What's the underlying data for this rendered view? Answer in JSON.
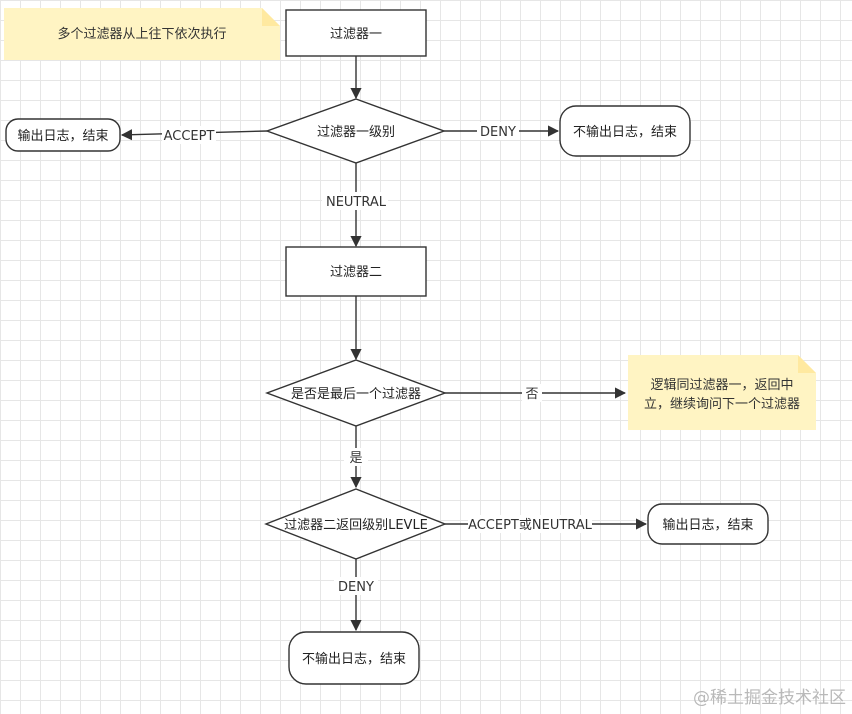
{
  "note_top": "多个过滤器从上往下依次执行",
  "note_right": [
    "逻辑同过滤器一，返回中",
    "立，继续询问下一个过滤器"
  ],
  "nodes": {
    "filter1": "过滤器一",
    "filter1_level": "过滤器一级别",
    "output_log_left": "输出日志，结束",
    "no_output_right": "不输出日志，结束",
    "filter2": "过滤器二",
    "is_last": "是否是最后一个过滤器",
    "filter2_level": "过滤器二返回级别LEVLE",
    "output_log_right": "输出日志，结束",
    "no_output_bottom": "不输出日志，结束"
  },
  "edges": {
    "accept": "ACCEPT",
    "deny": "DENY",
    "neutral": "NEUTRAL",
    "no": "否",
    "yes": "是",
    "accept_or_neutral": "ACCEPT或NEUTRAL",
    "deny2": "DENY"
  },
  "watermark": "@稀土掘金技术社区",
  "colors": {
    "stroke": "#333333",
    "note_fill": "#fff4c3",
    "note_fold": "#ffe9a0"
  }
}
